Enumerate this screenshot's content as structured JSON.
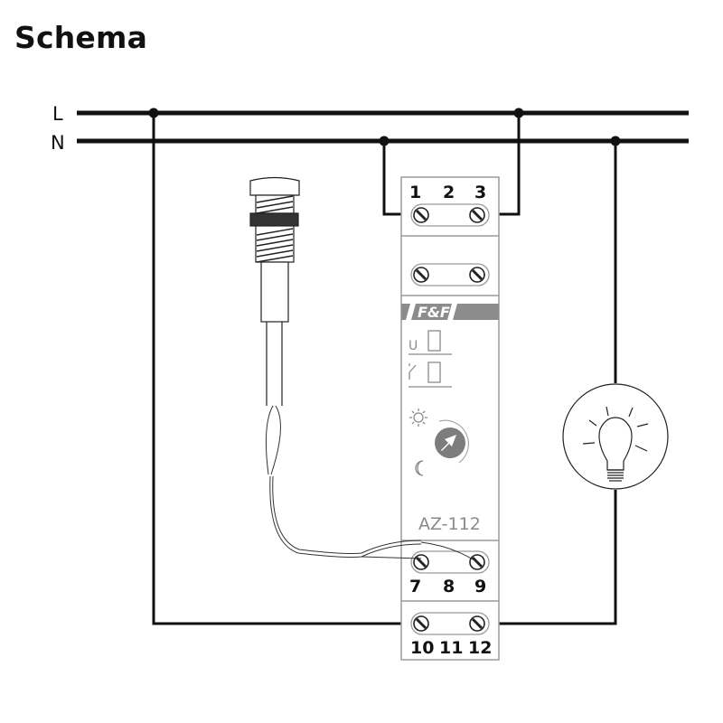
{
  "title": "Schema",
  "lines": {
    "live_label": "L",
    "neutral_label": "N"
  },
  "device": {
    "model": "AZ-112",
    "brand": "F&F",
    "indicators": [
      "U",
      "⚡"
    ],
    "terminals_top": [
      "1",
      "2",
      "3"
    ],
    "terminals_mid": [
      "7",
      "8",
      "9"
    ],
    "terminals_bottom": [
      "10",
      "11",
      "12"
    ],
    "knob_icons": {
      "day": "sun-icon",
      "night": "moon-icon",
      "knob": "arrow-knob-icon"
    }
  },
  "load": {
    "icon": "light-bulb-icon"
  },
  "sensor": {
    "icon": "photo-sensor-icon"
  },
  "colors": {
    "wire": "#111111",
    "device_outline": "#9a9a9a",
    "brand_bar": "#8c8c8c",
    "device_text": "#8a8a8a"
  }
}
